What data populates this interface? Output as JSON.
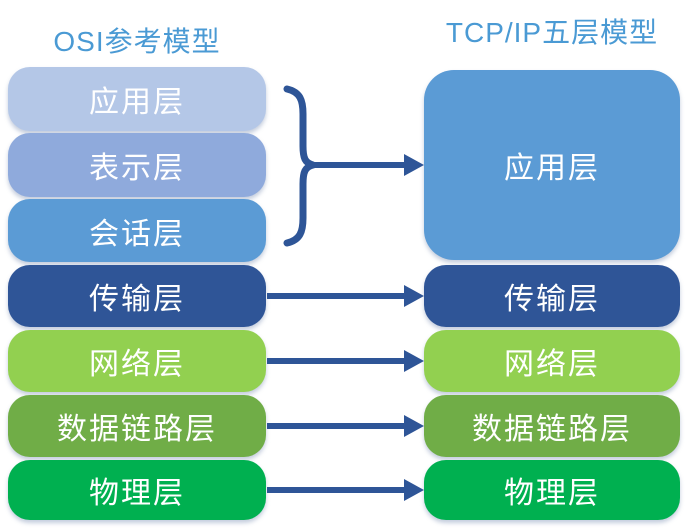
{
  "diagram": {
    "left": {
      "title": "OSI参考模型",
      "layers": [
        {
          "id": "application",
          "label": "应用层",
          "color": "#b4c7e7"
        },
        {
          "id": "presentation",
          "label": "表示层",
          "color": "#8faadc"
        },
        {
          "id": "session",
          "label": "会话层",
          "color": "#5b9bd5"
        },
        {
          "id": "transport",
          "label": "传输层",
          "color": "#2f5597"
        },
        {
          "id": "network",
          "label": "网络层",
          "color": "#92d050"
        },
        {
          "id": "datalink",
          "label": "数据链路层",
          "color": "#70ad47"
        },
        {
          "id": "physical",
          "label": "物理层",
          "color": "#00b050"
        }
      ]
    },
    "right": {
      "title": "TCP/IP五层模型",
      "layers": [
        {
          "id": "application",
          "label": "应用层",
          "color": "#5b9bd5"
        },
        {
          "id": "transport",
          "label": "传输层",
          "color": "#2f5597"
        },
        {
          "id": "network",
          "label": "网络层",
          "color": "#92d050"
        },
        {
          "id": "datalink",
          "label": "数据链路层",
          "color": "#70ad47"
        },
        {
          "id": "physical",
          "label": "物理层",
          "color": "#00b050"
        }
      ]
    },
    "mapping_note": "OSI top three layers (application, presentation, session) are grouped by a brace into the TCP/IP application layer",
    "colors": {
      "title_text": "#4a9ad4",
      "label_text": "#ffffff",
      "arrow": "#2e5597",
      "background": "#ffffff"
    }
  }
}
